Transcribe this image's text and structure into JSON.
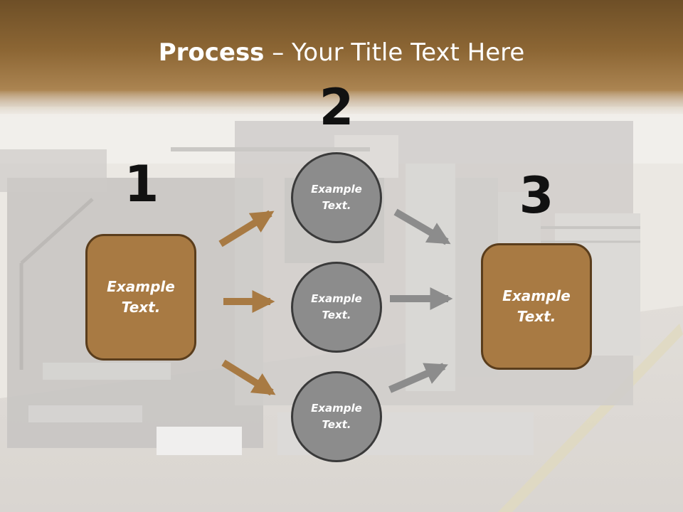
{
  "slide": {
    "title_bold": "Process",
    "title_rest": " – Your Title Text Here"
  },
  "steps": [
    {
      "number": "1",
      "text": "Example Text."
    },
    {
      "number": "2",
      "text": "Example Text."
    },
    {
      "number": "3",
      "text": "Example Text."
    }
  ],
  "middle_nodes": [
    {
      "text": "Example Text."
    },
    {
      "text": "Example Text."
    },
    {
      "text": "Example Text."
    }
  ],
  "colors": {
    "header_brown": "#8a6330",
    "box_fill": "#a87a43",
    "box_border": "#5a3d1c",
    "circle_fill": "#8c8c8c",
    "circle_border": "#3a3a3a",
    "arrow_brown": "#a87a43",
    "arrow_gray": "#8c8c8c"
  }
}
